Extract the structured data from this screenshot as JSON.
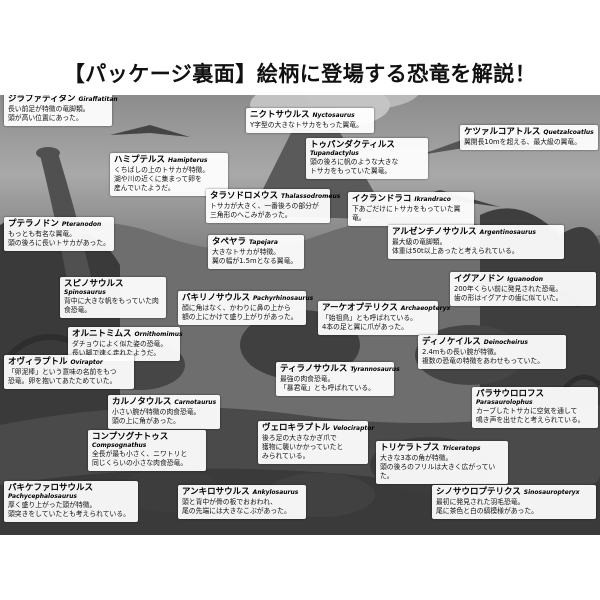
{
  "header": {
    "title": "【パッケージ裏面】絵柄に登場する恐竜を解説！"
  },
  "cards": [
    {
      "name": "ジラファティタン",
      "latin": "Giraffatitan",
      "desc": "長い前足が特徴の竜脚類。\n頭が高い位置にあった。"
    },
    {
      "name": "ハミプテルス",
      "latin": "Hamipterus",
      "desc": "くちばしの上のトサカが特徴。\n湖や川の近くに集まって卵を\n産んでいたようだ。"
    },
    {
      "name": "ニクトサウルス",
      "latin": "Nyctosaurus",
      "desc": "Y字型の大きなトサカをもった翼竜。"
    },
    {
      "name": "トゥパンダクティルス",
      "latin": "Tupandactylus",
      "desc": "頭の後ろに帆のような大きな\nトサカをもっていた翼竜。"
    },
    {
      "name": "ケツァルコアトルス",
      "latin": "Quetzalcoatlus",
      "desc": "翼開長10mを超える、最大級の翼竜。"
    },
    {
      "name": "タラソドロメウス",
      "latin": "Thalassodromeus",
      "desc": "トサカが大きく、一番後ろの部分が\n三角形のへこみがあった。"
    },
    {
      "name": "イクランドラコ",
      "latin": "Ikrandraco",
      "desc": "下あごだけにトサカをもっていた翼竜。"
    },
    {
      "name": "プテラノドン",
      "latin": "Pteranodon",
      "desc": "もっとも有名な翼竜。\n頭の後ろに長いトサカがあった。"
    },
    {
      "name": "タペヤラ",
      "latin": "Tapejara",
      "desc": "大きなトサカが特徴。\n翼の幅が1.5mとなる翼竜。"
    },
    {
      "name": "アルゼンチノサウルス",
      "latin": "Argentinosaurus",
      "desc": "最大級の竜脚類。\n体重は50t以上あったと考えられている。"
    },
    {
      "name": "スピノサウルス",
      "latin": "Spinosaurus",
      "desc": "背中に大きな帆をもっていた肉食恐竜。"
    },
    {
      "name": "パキリノサウルス",
      "latin": "Pachyrhinosaurus",
      "desc": "顔に角はなく、かわりに鼻の上から\n額の上にかけて盛り上がりがあった。"
    },
    {
      "name": "イグアノドン",
      "latin": "Iguanodon",
      "desc": "200年くらい前に発見された恐竜。\n歯の形はイグアナの歯に似ていた。"
    },
    {
      "name": "アーケオプテリクス",
      "latin": "Archaeopteryx",
      "desc": "「始祖鳥」とも呼ばれている。\n4本の足と翼に爪があった。"
    },
    {
      "name": "オルニトミムス",
      "latin": "Ornithomimus",
      "desc": "ダチョウによく似た姿の恐竜。\n長い脚で速く走れたようだ。"
    },
    {
      "name": "ディノケイルス",
      "latin": "Deinocheirus",
      "desc": "2.4mもの長い腕が特徴。\n複数の恐竜の特徴をあわせもっていた。"
    },
    {
      "name": "オヴィラプトル",
      "latin": "Oviraptor",
      "desc": "「卵泥棒」という意味の名前をもつ\n恐竜。卵を抱いてあたためていた。"
    },
    {
      "name": "ティラノサウルス",
      "latin": "Tyrannosaurus",
      "desc": "最強の肉食恐竜。\n「暴君竜」とも呼ばれている。"
    },
    {
      "name": "カルノタウルス",
      "latin": "Carnotaurus",
      "desc": "小さい腕が特徴の肉食恐竜。\n頭の上に角があった。"
    },
    {
      "name": "パラサウロロフス",
      "latin": "Parasaurolophus",
      "desc": "カーブしたトサカに空気を通して\n鳴き声を出せたと考えられている。"
    },
    {
      "name": "コンプソグナトゥス",
      "latin": "Compsognathus",
      "desc": "全長が最も小さく、ニワトリと\n同じくらいの小さな肉食恐竜。"
    },
    {
      "name": "ヴェロキラプトル",
      "latin": "Velociraptor",
      "desc": "後ろ足の大きなかぎ爪で\n獲物に襲いかかっていたと\nみられている。"
    },
    {
      "name": "トリケラトプス",
      "latin": "Triceratops",
      "desc": "大きな3本の角が特徴。\n頭の後ろのフリルは大きく広がっていた。"
    },
    {
      "name": "パキケファロサウルス",
      "latin": "Pachycephalosaurus",
      "desc": "厚く盛り上がった頭が特徴。\n頭突きをしていたとも考えられている。"
    },
    {
      "name": "アンキロサウルス",
      "latin": "Ankylosaurus",
      "desc": "頭と背中が骨の板でおおわれ、\n尾の先端には大きなこぶがあった。"
    },
    {
      "name": "シノサウロプテリクス",
      "latin": "Sinosauropteryx",
      "desc": "最初に発見された羽毛恐竜。\n尾に茶色と白の縞模様があった。"
    }
  ]
}
